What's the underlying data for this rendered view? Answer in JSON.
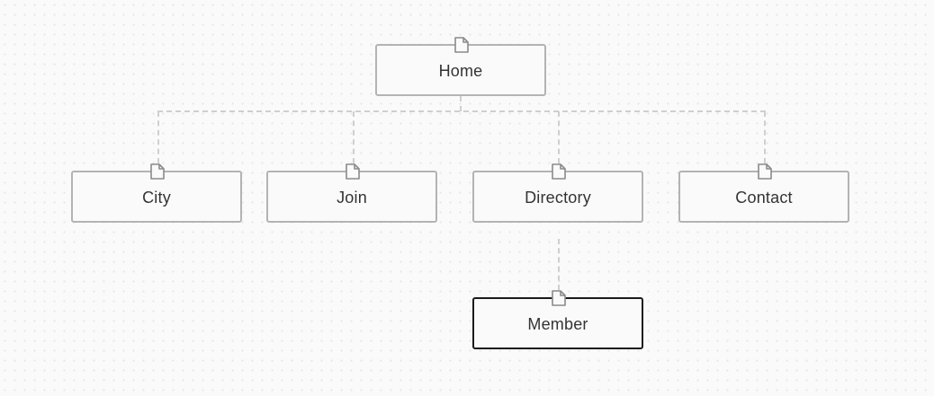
{
  "sitemap": {
    "root": {
      "label": "Home",
      "icon": "page-icon"
    },
    "children": [
      {
        "label": "City",
        "icon": "page-icon"
      },
      {
        "label": "Join",
        "icon": "page-icon"
      },
      {
        "label": "Directory",
        "icon": "page-icon"
      },
      {
        "label": "Contact",
        "icon": "page-icon"
      }
    ],
    "grandchildren": [
      {
        "label": "Member",
        "parent": "Directory",
        "icon": "page-icon",
        "selected": true
      }
    ]
  },
  "colors": {
    "node_border": "#b3b3b3",
    "selected_border": "#1a1a1a",
    "connector": "#cfcfcf",
    "text": "#333333",
    "background": "#fafafa"
  }
}
